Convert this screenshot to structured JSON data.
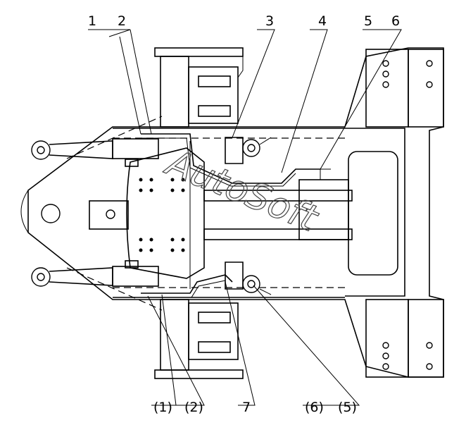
{
  "labels": {
    "l1": "1",
    "l2": "2",
    "l3": "3",
    "l4": "4",
    "l5": "5",
    "l6": "6",
    "l7": "7",
    "p1": "(1)",
    "p2": "(2)",
    "p6": "(6)",
    "p5": "(5)"
  },
  "watermark": "AutoSoft"
}
